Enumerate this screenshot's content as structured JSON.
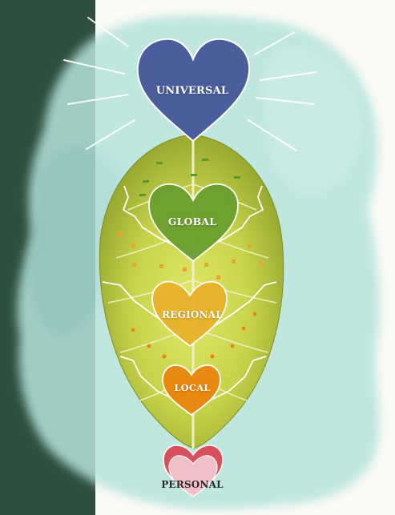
{
  "diagram": {
    "levels": [
      {
        "id": "universal",
        "label": "UNIVERSAL",
        "color": "#4a5d9c"
      },
      {
        "id": "global",
        "label": "GLOBAL",
        "color": "#6a9f2e"
      },
      {
        "id": "regional",
        "label": "REGIONAL",
        "color": "#e8b12b"
      },
      {
        "id": "local",
        "label": "LOCAL",
        "color": "#e8890f"
      },
      {
        "id": "personal",
        "label": "PERSONAL",
        "color": "#d8505a"
      }
    ]
  },
  "colors": {
    "left_band": "#2f4e3f",
    "watercolor": "#a9dfd8",
    "leaf": "#c9d64a",
    "leaf_vein": "#f2f0d0"
  }
}
